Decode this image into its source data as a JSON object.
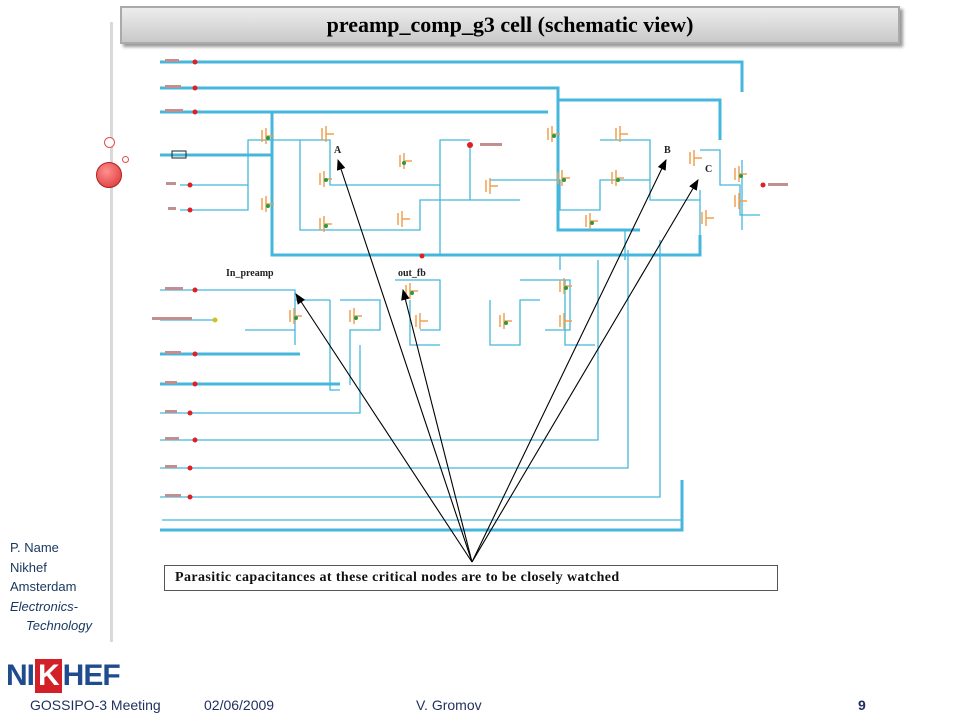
{
  "slide": {
    "title": "preamp_comp_g3 cell (schematic view)",
    "callout": "Parasitic capacitances at these critical nodes are to be closely watched",
    "node_labels": {
      "a": "A",
      "b": "B",
      "c": "C",
      "in_preamp": "In_preamp",
      "out_fb": "out_fb"
    },
    "sidebar": [
      "P. Name",
      "Nikhef",
      "Amsterdam",
      "Electronics-",
      "Technology"
    ],
    "logo": {
      "left": "NI",
      "mid": "K",
      "right": "HEF"
    },
    "footer": {
      "meeting": "GOSSIPO-3 Meeting",
      "date": "02/06/2009",
      "author": "V. Gromov",
      "page": "9"
    }
  },
  "colors": {
    "wire": "#45b6dc",
    "pin": "#e02020",
    "device": "#f0a050",
    "title_text": "#000000",
    "logo_blue": "#1f4b8f",
    "logo_red": "#d21f28"
  }
}
